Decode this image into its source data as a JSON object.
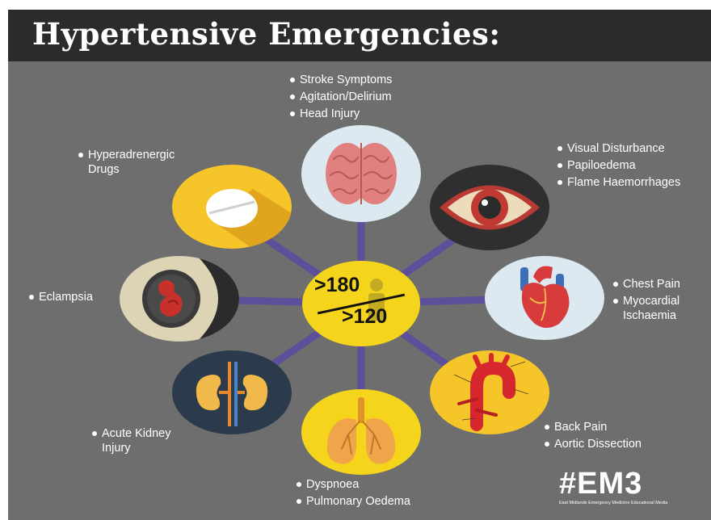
{
  "title": "Hypertensive Emergencies:",
  "center": {
    "systolic": ">180",
    "diastolic": ">120"
  },
  "nodes": [
    {
      "icon": "brain-icon",
      "bullets": [
        "Stroke Symptoms",
        "Agitation/Delirium",
        "Head Injury"
      ]
    },
    {
      "icon": "eye-icon",
      "bullets": [
        "Visual Disturbance",
        "Papiloedema",
        "Flame Haemorrhages"
      ]
    },
    {
      "icon": "heart-icon",
      "bullets": [
        "Chest Pain",
        "Myocardial Ischaemia"
      ]
    },
    {
      "icon": "aorta-icon",
      "bullets": [
        "Back Pain",
        "Aortic Dissection"
      ]
    },
    {
      "icon": "lungs-icon",
      "bullets": [
        "Dyspnoea",
        "Pulmonary Oedema"
      ]
    },
    {
      "icon": "kidneys-icon",
      "bullets": [
        "Acute Kidney Injury"
      ]
    },
    {
      "icon": "fetus-icon",
      "bullets": [
        "Eclampsia"
      ]
    },
    {
      "icon": "pill-icon",
      "bullets": [
        "Hyperadrenergic Drugs"
      ]
    }
  ],
  "brand": {
    "main": "#EM3",
    "sub": "East Midlands Emergency Medicine Educational Media"
  },
  "colors": {
    "background": "#6e6e6e",
    "title_bar": "#2b2b2b",
    "connector": "#5d4f9a",
    "center": "#f5d51c"
  }
}
